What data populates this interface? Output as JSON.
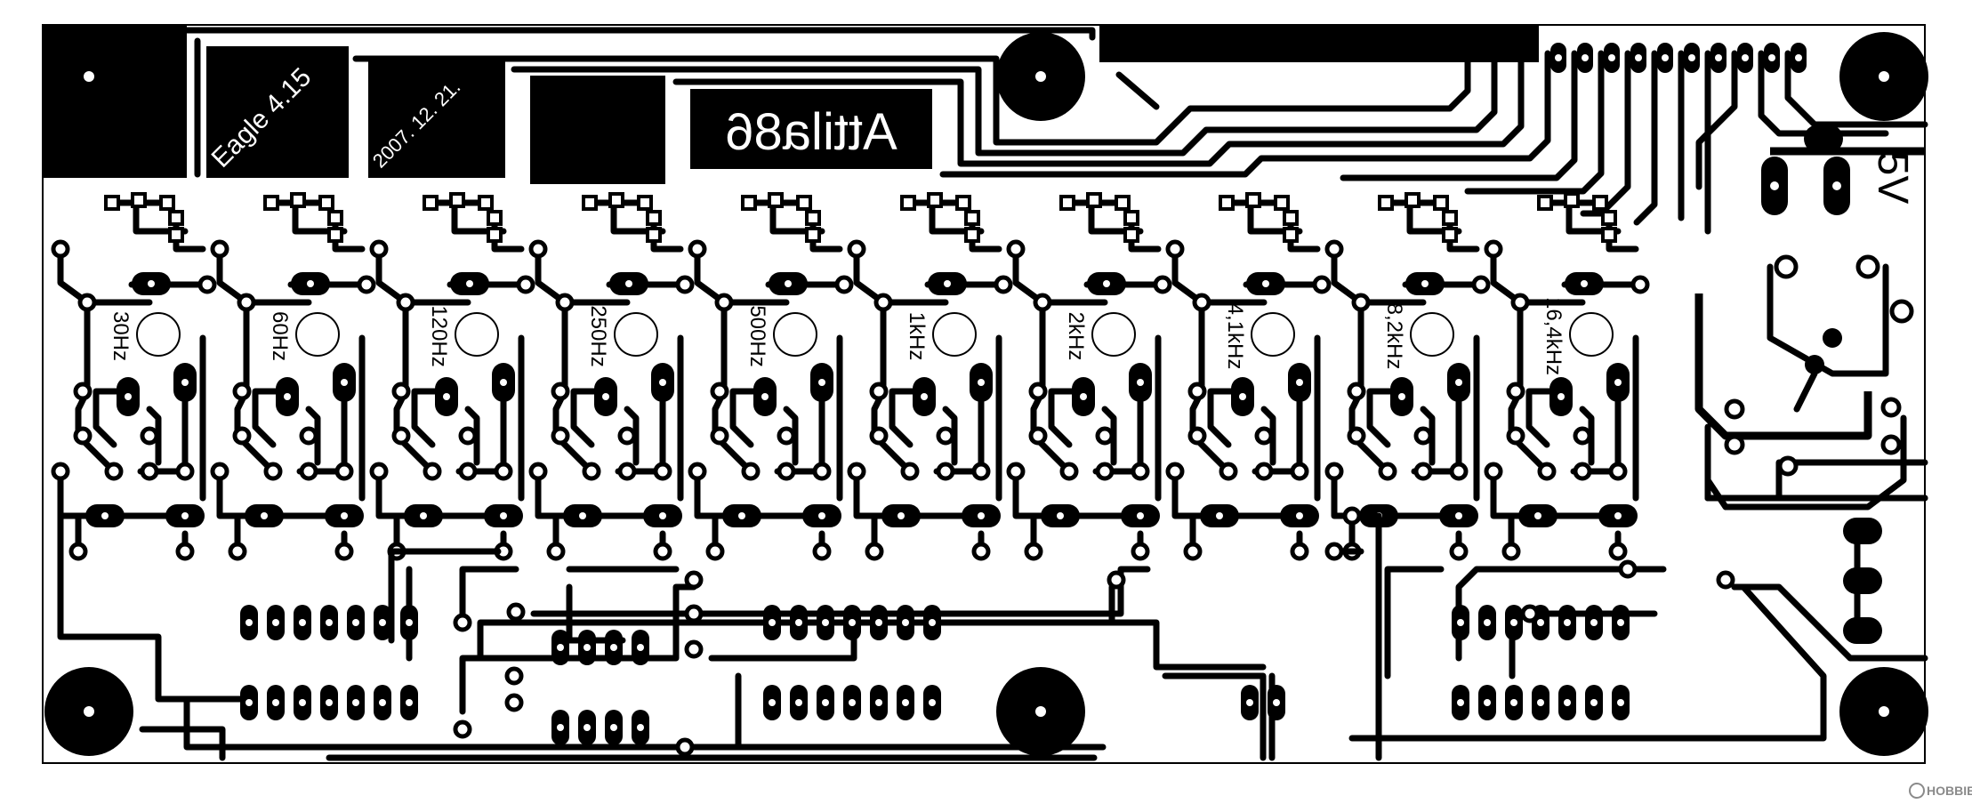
{
  "board": {
    "blocks": {
      "eagle_label": "Eagle 4.15",
      "date_label": "2007. 12. 21.",
      "author_label": "Attila86"
    },
    "power_label": "5V",
    "channels": [
      {
        "freq": "30Hz"
      },
      {
        "freq": "60Hz"
      },
      {
        "freq": "120Hz"
      },
      {
        "freq": "250Hz"
      },
      {
        "freq": "500Hz"
      },
      {
        "freq": "1kHz"
      },
      {
        "freq": "2kHz"
      },
      {
        "freq": "4,1kHz"
      },
      {
        "freq": "8,2kHz"
      },
      {
        "freq": "16,4kHz"
      }
    ],
    "watermark": "HOBBIELEKTRONIKA"
  }
}
